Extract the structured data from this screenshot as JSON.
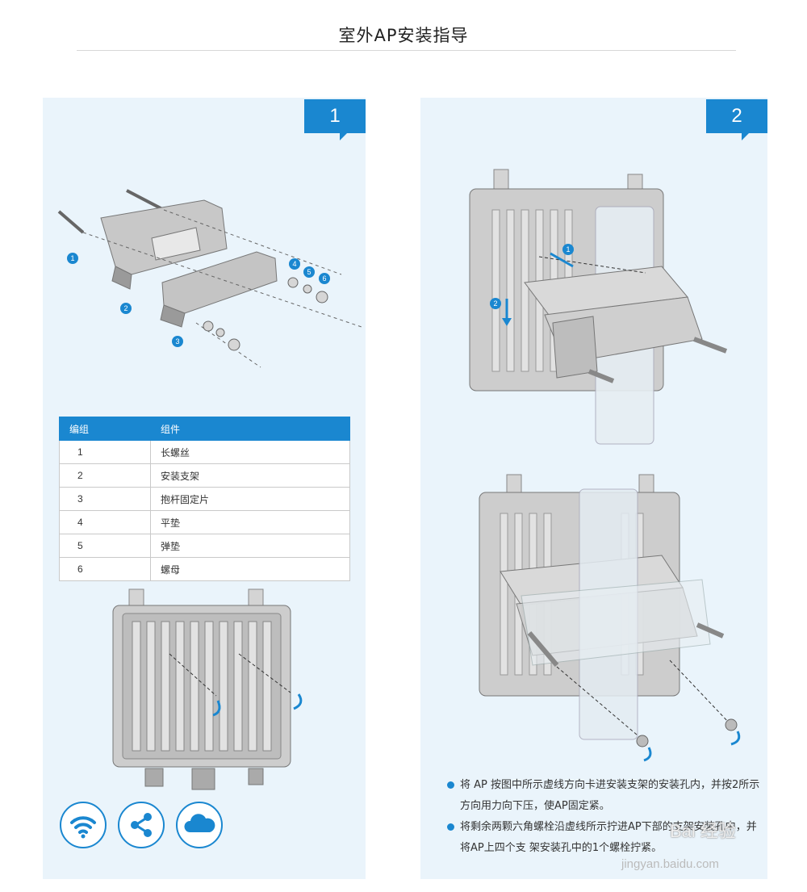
{
  "page": {
    "title": "室外AP安装指导"
  },
  "step1": {
    "badge": "1",
    "callouts": [
      "1",
      "2",
      "3",
      "4",
      "5",
      "6"
    ],
    "table": {
      "headers": [
        "编组",
        "组件"
      ],
      "rows": [
        [
          "1",
          "长螺丝"
        ],
        [
          "2",
          "安装支架"
        ],
        [
          "3",
          "抱杆固定片"
        ],
        [
          "4",
          "平垫"
        ],
        [
          "5",
          "弹垫"
        ],
        [
          "6",
          "螺母"
        ]
      ]
    },
    "feature_icons": [
      "wifi-icon",
      "share-icon",
      "cloud-icon"
    ]
  },
  "step2": {
    "badge": "2",
    "arrow_labels": [
      "1",
      "2"
    ],
    "notes": [
      "将 AP 按图中所示虚线方向卡进安装支架的安装孔内，并按2所示方向用力向下压，使AP固定紧。",
      "将剩余两颗六角螺栓沿虚线所示拧进AP下部的支架安装孔中，并将AP上四个支 架安装孔中的1个螺栓拧紧。"
    ]
  },
  "watermark": {
    "brand": "Bai 经验",
    "url": "jingyan.baidu.com"
  },
  "colors": {
    "accent": "#1a87d0",
    "panel": "#eaf4fb"
  }
}
